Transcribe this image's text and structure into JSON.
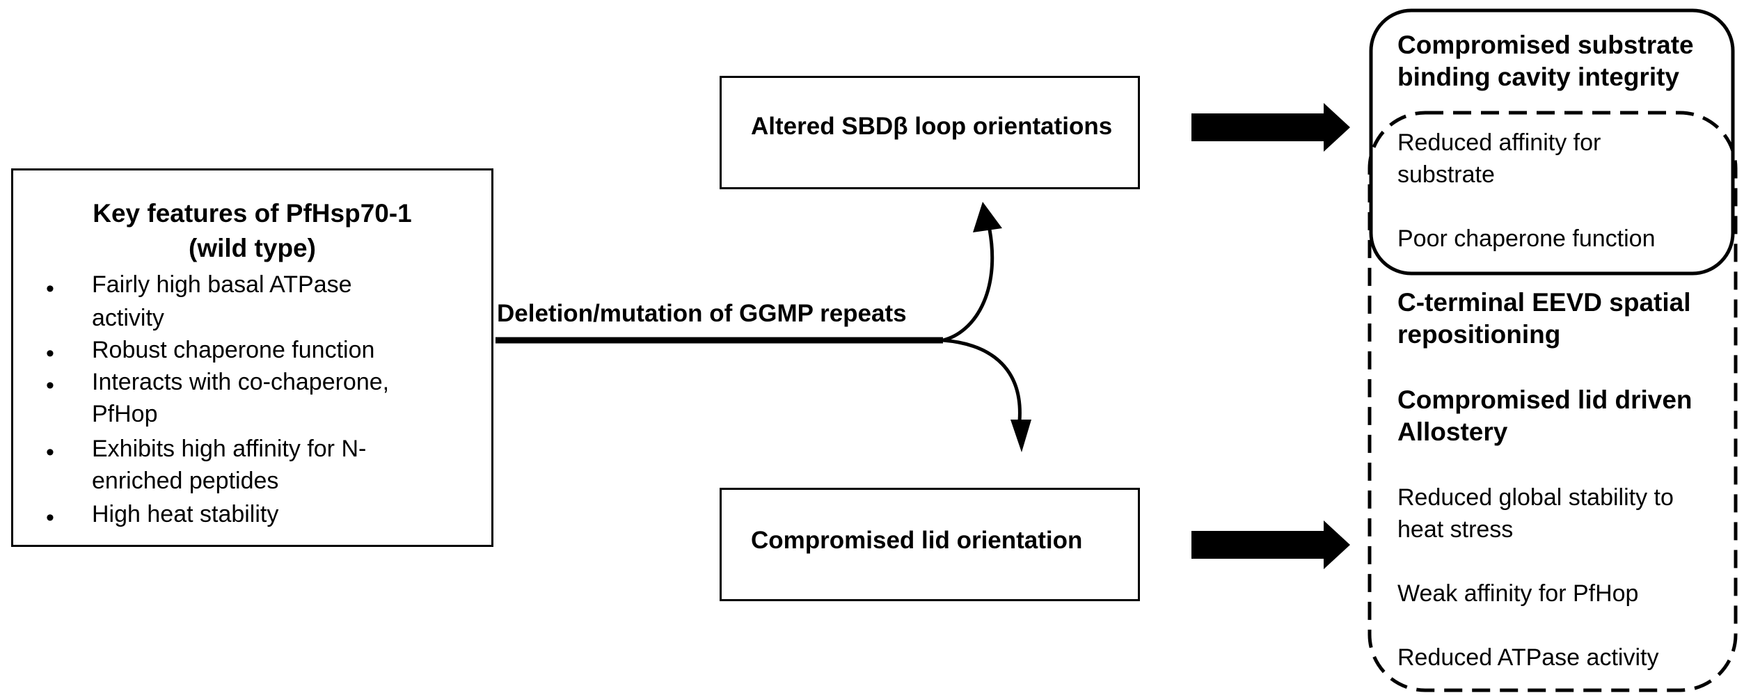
{
  "key_features": {
    "title_line1": "Key features of PfHsp70-1",
    "title_line2": "(wild  type)",
    "bullet_symbol": "•",
    "items": [
      {
        "line1": "Fairly high basal ATPase",
        "line2": "activity"
      },
      {
        "line1": "Robust chaperone function",
        "line2": ""
      },
      {
        "line1": "Interacts with co-chaperone,",
        "line2": "PfHop"
      },
      {
        "line1": "Exhibits high affinity for N-",
        "line2": "enriched peptides"
      },
      {
        "line1": "High heat stability",
        "line2": ""
      }
    ]
  },
  "trigger_label": "Deletion/mutation of GGMP repeats",
  "effects": {
    "top": "Altered SBDβ loop orientations",
    "bottom": "Compromised lid orientation"
  },
  "outcomes": {
    "cavity_line1": "Compromised substrate",
    "cavity_line2": "binding cavity integrity",
    "affinity_line1": "Reduced affinity for",
    "affinity_line2": "substrate",
    "chaperone": "Poor chaperone function",
    "eevd_line1": "C-terminal EEVD spatial",
    "eevd_line2": "repositioning",
    "lid_line1": "Compromised lid driven",
    "lid_line2": "Allostery",
    "stability_line1": "Reduced global stability to",
    "stability_line2": "heat stress",
    "pfhop": "Weak affinity for PfHop",
    "atpase": "Reduced ATPase activity"
  }
}
